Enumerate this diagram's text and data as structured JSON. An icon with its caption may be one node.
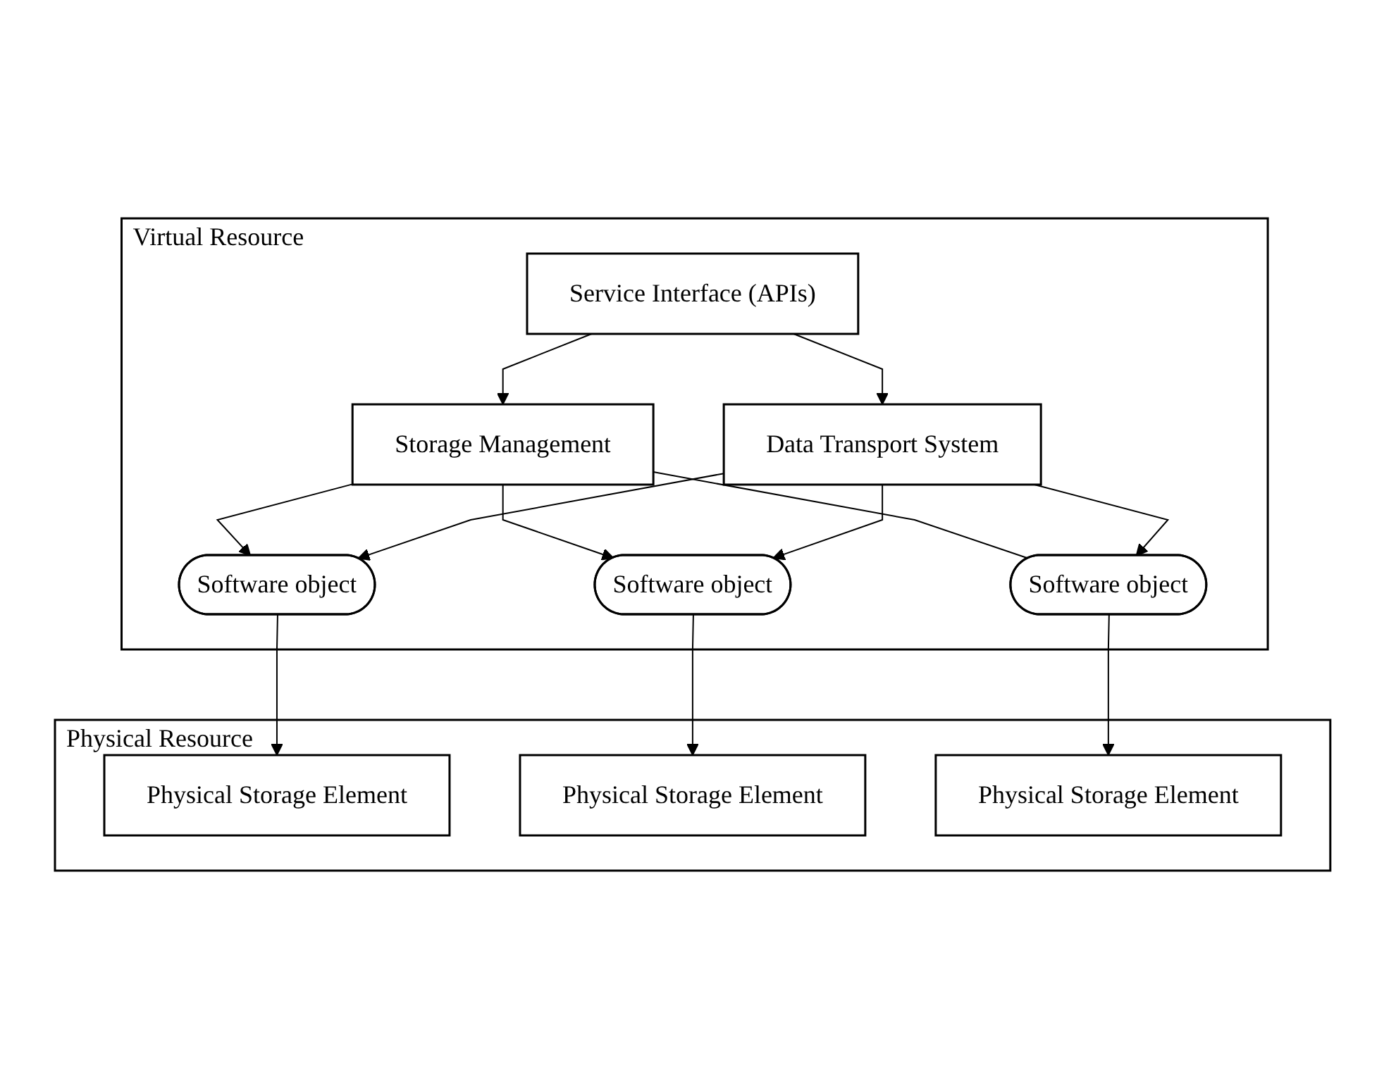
{
  "diagram": {
    "nodes": [
      {
        "text": [
          "Virtual Resource"
        ]
      },
      {
        "text": [
          "Service Interface (APIs)"
        ],
        "in": 0
      },
      {
        "text": [
          "Storage Management"
        ],
        "in": 0
      },
      {
        "text": [
          "Data Transport System"
        ],
        "in": 0
      },
      {
        "text": [
          "Software object"
        ],
        "in": 0
      },
      {
        "text": [
          "Software object"
        ],
        "in": 0
      },
      {
        "text": [
          "Software object"
        ],
        "in": 0
      },
      {
        "text": [
          "Physical Resource"
        ]
      },
      {
        "text": [
          "Physical Storage Element"
        ],
        "in": 7
      },
      {
        "text": [
          "Physical Storage Element"
        ],
        "in": 7
      },
      {
        "text": [
          "Physical Storage Element"
        ],
        "in": 7
      }
    ],
    "edges": [
      {
        "from": 1,
        "to": 2,
        "arrow": "to"
      },
      {
        "from": 1,
        "to": 3,
        "arrow": "to"
      },
      {
        "from": 2,
        "to": 4,
        "arrow": "to"
      },
      {
        "from": 2,
        "to": 5,
        "arrow": "to"
      },
      {
        "from": 2,
        "to": 6,
        "arrow": "none"
      },
      {
        "from": 3,
        "to": 4,
        "arrow": "to"
      },
      {
        "from": 3,
        "to": 5,
        "arrow": "to"
      },
      {
        "from": 3,
        "to": 6,
        "arrow": "to"
      },
      {
        "from": 4,
        "to": 8,
        "arrow": "to"
      },
      {
        "from": 5,
        "to": 9,
        "arrow": "to"
      },
      {
        "from": 6,
        "to": 10,
        "arrow": "to"
      }
    ]
  }
}
